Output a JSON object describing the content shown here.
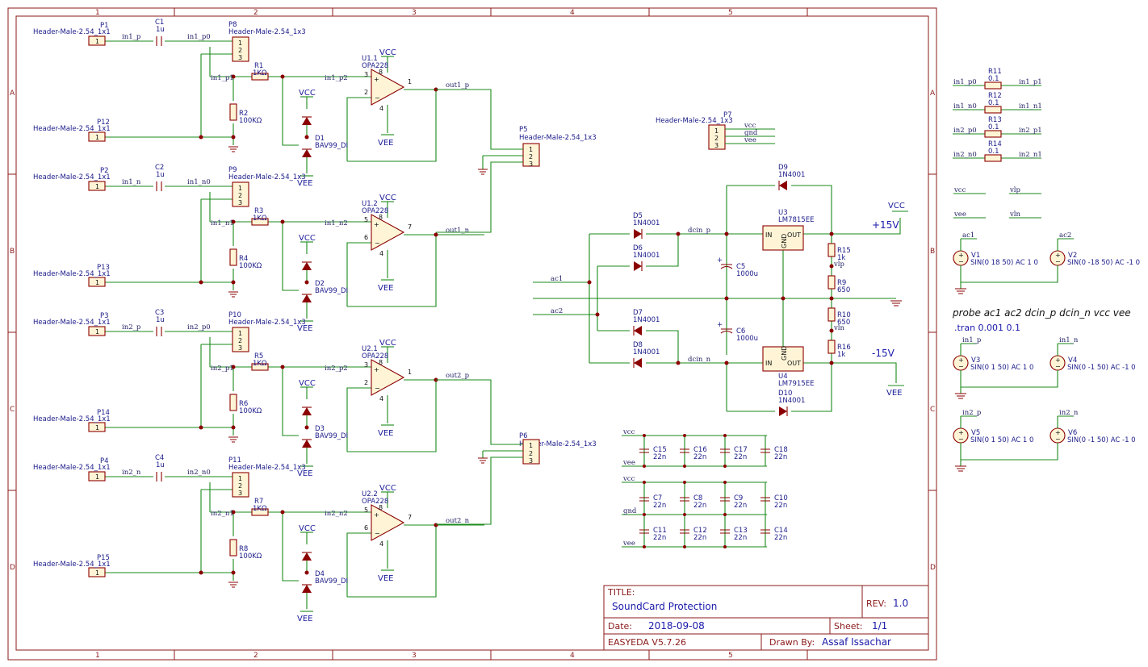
{
  "grid": {
    "columns": [
      "1",
      "2",
      "3",
      "4",
      "5"
    ],
    "rows": [
      "A",
      "B",
      "C",
      "D"
    ]
  },
  "title_block": {
    "title_label": "TITLE:",
    "title": "SoundCard Protection",
    "rev_label": "REV:",
    "rev": "1.0",
    "date_label": "Date:",
    "date": "2018-09-08",
    "sheet_label": "Sheet:",
    "sheet": "1/1",
    "tool": "EASYEDA V5.7.26",
    "drawn_label": "Drawn By:",
    "drawn_by": "Assaf Issachar"
  },
  "channels": [
    {
      "p_in": "P1",
      "p_out": "P12",
      "cap": "C1",
      "cap_val": "1u",
      "in_net": "in1_p",
      "in_net0": "in1_p0",
      "hdr": "P8",
      "r_ser": "R1",
      "r_ser_val": "1KΩ",
      "node": "in1_p1",
      "r_sh": "R2",
      "r_sh_val": "100KΩ",
      "opnet": "in1_p2",
      "opamp": "U1.1",
      "pins": [
        "3",
        "2",
        "1",
        "8",
        "4"
      ],
      "diode": "D1",
      "out": "out1_p"
    },
    {
      "p_in": "P2",
      "p_out": "P13",
      "cap": "C2",
      "cap_val": "1u",
      "in_net": "in1_n",
      "in_net0": "in1_n0",
      "hdr": "P9",
      "r_ser": "R3",
      "r_ser_val": "1KΩ",
      "node": "in1_n1",
      "r_sh": "R4",
      "r_sh_val": "100KΩ",
      "opnet": "in1_n2",
      "opamp": "U1.2",
      "pins": [
        "5",
        "6",
        "7",
        "8",
        "4"
      ],
      "diode": "D2",
      "out": "out1_n"
    },
    {
      "p_in": "P3",
      "p_out": "P14",
      "cap": "C3",
      "cap_val": "1u",
      "in_net": "in2_p",
      "in_net0": "in2_p0",
      "hdr": "P10",
      "r_ser": "R5",
      "r_ser_val": "1KΩ",
      "node": "in2_p1",
      "r_sh": "R6",
      "r_sh_val": "100KΩ",
      "opnet": "in2_p2",
      "opamp": "U2.1",
      "pins": [
        "3",
        "2",
        "1",
        "8",
        "4"
      ],
      "diode": "D3",
      "out": "out2_p"
    },
    {
      "p_in": "P4",
      "p_out": "P15",
      "cap": "C4",
      "cap_val": "1u",
      "in_net": "in2_n",
      "in_net0": "in2_n0",
      "hdr": "P11",
      "r_ser": "R7",
      "r_ser_val": "1KΩ",
      "node": "in2_n1",
      "r_sh": "R8",
      "r_sh_val": "100KΩ",
      "opnet": "in2_n2",
      "opamp": "U2.2",
      "pins": [
        "5",
        "6",
        "7",
        "8",
        "4"
      ],
      "diode": "D4",
      "out": "out2_n"
    }
  ],
  "common": {
    "hdr1x1": "Header-Male-2.54_1x1",
    "hdr1x3": "Header-Male-2.54_1x3",
    "opamp_part": "OPA228",
    "diode_part": "BAV99_DI",
    "vcc": "VCC",
    "vee": "VEE",
    "pin1": "1",
    "pin2": "2",
    "pin3": "3"
  },
  "out_headers": [
    {
      "ref": "P5",
      "net_a": "out1_p",
      "net_b": "out1_n"
    },
    {
      "ref": "P6",
      "net_a": "out2_p",
      "net_b": "out2_n"
    }
  ],
  "p7": {
    "ref": "P7",
    "nets": [
      "vcc",
      "gnd",
      "vee"
    ]
  },
  "psu": {
    "d9": "D9",
    "d5": "D5",
    "d6": "D6",
    "d7": "D7",
    "d8": "D8",
    "d10": "D10",
    "rect": "1N4001",
    "u3": "U3",
    "u3_part": "LM7815EE",
    "u4": "U4",
    "u4_part": "LM7915EE",
    "in": "IN",
    "out": "OUT",
    "gnd": "GND",
    "c5": "C5",
    "c6": "C6",
    "c_val": "1000u",
    "r15": "R15",
    "r15_val": "1k",
    "r9": "R9",
    "r9_val": "650",
    "r10": "R10",
    "r10_val": "650",
    "r16": "R16",
    "r16_val": "1k",
    "vlp": "vlp",
    "vln": "vln",
    "ac1": "ac1",
    "ac2": "ac2",
    "dcin_p": "dcin_p",
    "dcin_n": "dcin_n",
    "plus15": "+15V",
    "minus15": "-15V"
  },
  "decoupling": {
    "row1": [
      "C15",
      "C16",
      "C17",
      "C18"
    ],
    "row2": [
      "C7",
      "C8",
      "C9",
      "C10"
    ],
    "row3": [
      "C11",
      "C12",
      "C13",
      "C14"
    ],
    "val": "22n",
    "vcc": "vcc",
    "vee": "vee",
    "gnd": "gnd"
  },
  "sim": {
    "rs": [
      {
        "ref": "R11",
        "val": "0.1",
        "a": "in1_p0",
        "b": "in1_p1"
      },
      {
        "ref": "R12",
        "val": "0.1",
        "a": "in1_n0",
        "b": "in1_n1"
      },
      {
        "ref": "R13",
        "val": "0.1",
        "a": "in2_p0",
        "b": "in2_p1"
      },
      {
        "ref": "R14",
        "val": "0.1",
        "a": "in2_n0",
        "b": "in2_n1"
      }
    ],
    "aliases": [
      "vcc",
      "vlp",
      "vee",
      "vln"
    ],
    "sources": [
      {
        "ref": "V1",
        "net": "ac1",
        "spec": "SIN(0 18 50) AC 1 0"
      },
      {
        "ref": "V2",
        "net": "ac2",
        "spec": "SIN(0 -18 50) AC -1 0"
      },
      {
        "ref": "V3",
        "net": "in1_p",
        "spec": "SIN(0 1 50) AC 1 0"
      },
      {
        "ref": "V4",
        "net": "in1_n",
        "spec": "SIN(0 -1 50) AC -1 0"
      },
      {
        "ref": "V5",
        "net": "in2_p",
        "spec": "SIN(0 1 50) AC 1 0"
      },
      {
        "ref": "V6",
        "net": "in2_n",
        "spec": "SIN(0 -1 50) AC -1 0"
      }
    ],
    "probe": "probe ac1 ac2 dcin_p dcin_n vcc vee",
    "tran": ".tran 0.001 0.1"
  },
  "colors": {
    "wire": "#1a8a1a",
    "part": "#8b0000",
    "label": "#1a1a8a",
    "accent": "#1a1aaa"
  }
}
